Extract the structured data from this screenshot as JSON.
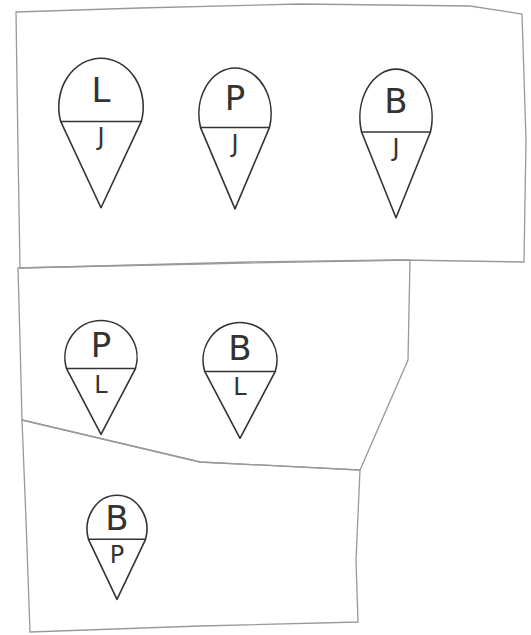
{
  "diagram": {
    "nodes": [
      {
        "text": [
          "L",
          "J"
        ]
      },
      {
        "text": [
          "P",
          "J"
        ]
      },
      {
        "text": [
          "B",
          "J"
        ]
      },
      {
        "text": [
          "P",
          "L"
        ]
      },
      {
        "text": [
          "B",
          "L"
        ]
      },
      {
        "text": [
          "B",
          "P"
        ]
      }
    ]
  }
}
